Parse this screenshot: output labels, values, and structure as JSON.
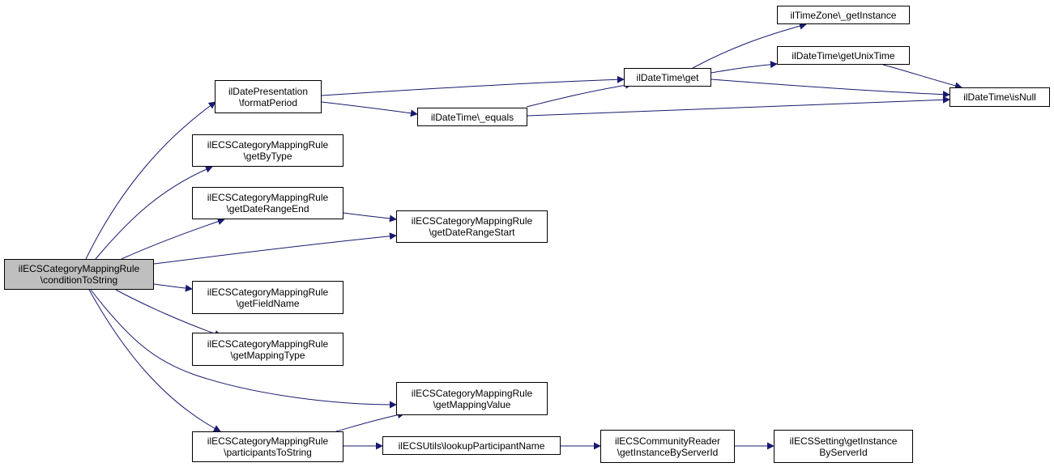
{
  "graph": {
    "colors": {
      "edge": "#191970",
      "node_border": "#000000",
      "node_fill": "#ffffff",
      "root_fill": "#bfbfbf"
    },
    "nodes": [
      {
        "id": "conditionToString",
        "lines": [
          "ilECSCategoryMappingRule",
          "\\conditionToString"
        ],
        "root": true
      },
      {
        "id": "formatPeriod",
        "lines": [
          "ilDatePresentation",
          "\\formatPeriod"
        ]
      },
      {
        "id": "getByType",
        "lines": [
          "ilECSCategoryMappingRule",
          "\\getByType"
        ]
      },
      {
        "id": "getDateRangeEnd",
        "lines": [
          "ilECSCategoryMappingRule",
          "\\getDateRangeEnd"
        ]
      },
      {
        "id": "getDateRangeStart",
        "lines": [
          "ilECSCategoryMappingRule",
          "\\getDateRangeStart"
        ]
      },
      {
        "id": "getFieldName",
        "lines": [
          "ilECSCategoryMappingRule",
          "\\getFieldName"
        ]
      },
      {
        "id": "getMappingType",
        "lines": [
          "ilECSCategoryMappingRule",
          "\\getMappingType"
        ]
      },
      {
        "id": "getMappingValue",
        "lines": [
          "ilECSCategoryMappingRule",
          "\\getMappingValue"
        ]
      },
      {
        "id": "participantsToString",
        "lines": [
          "ilECSCategoryMappingRule",
          "\\participantsToString"
        ]
      },
      {
        "id": "equals",
        "lines": [
          "ilDateTime\\_equals"
        ]
      },
      {
        "id": "get",
        "lines": [
          "ilDateTime\\get"
        ]
      },
      {
        "id": "getInstance",
        "lines": [
          "ilTimeZone\\_getInstance"
        ]
      },
      {
        "id": "getUnixTime",
        "lines": [
          "ilDateTime\\getUnixTime"
        ]
      },
      {
        "id": "isNull",
        "lines": [
          "ilDateTime\\isNull"
        ]
      },
      {
        "id": "lookupParticipantName",
        "lines": [
          "ilECSUtils\\lookupParticipantName"
        ]
      },
      {
        "id": "getInstanceByServerIdReader",
        "lines": [
          "ilECSCommunityReader",
          "\\getInstanceByServerId"
        ]
      },
      {
        "id": "getInstanceByServerIdSetting",
        "lines": [
          "ilECSSetting\\getInstance",
          "ByServerId"
        ]
      }
    ],
    "edges": [
      {
        "from": "conditionToString",
        "to": "formatPeriod"
      },
      {
        "from": "conditionToString",
        "to": "getByType"
      },
      {
        "from": "conditionToString",
        "to": "getDateRangeEnd"
      },
      {
        "from": "conditionToString",
        "to": "getDateRangeStart"
      },
      {
        "from": "conditionToString",
        "to": "getFieldName"
      },
      {
        "from": "conditionToString",
        "to": "getMappingType"
      },
      {
        "from": "conditionToString",
        "to": "getMappingValue"
      },
      {
        "from": "conditionToString",
        "to": "participantsToString"
      },
      {
        "from": "formatPeriod",
        "to": "get"
      },
      {
        "from": "formatPeriod",
        "to": "equals"
      },
      {
        "from": "equals",
        "to": "get"
      },
      {
        "from": "equals",
        "to": "isNull"
      },
      {
        "from": "get",
        "to": "getInstance"
      },
      {
        "from": "get",
        "to": "getUnixTime"
      },
      {
        "from": "get",
        "to": "isNull"
      },
      {
        "from": "getUnixTime",
        "to": "isNull"
      },
      {
        "from": "getDateRangeEnd",
        "to": "getDateRangeStart"
      },
      {
        "from": "participantsToString",
        "to": "getMappingValue"
      },
      {
        "from": "participantsToString",
        "to": "lookupParticipantName"
      },
      {
        "from": "lookupParticipantName",
        "to": "getInstanceByServerIdReader"
      },
      {
        "from": "getInstanceByServerIdReader",
        "to": "getInstanceByServerIdSetting"
      }
    ]
  }
}
